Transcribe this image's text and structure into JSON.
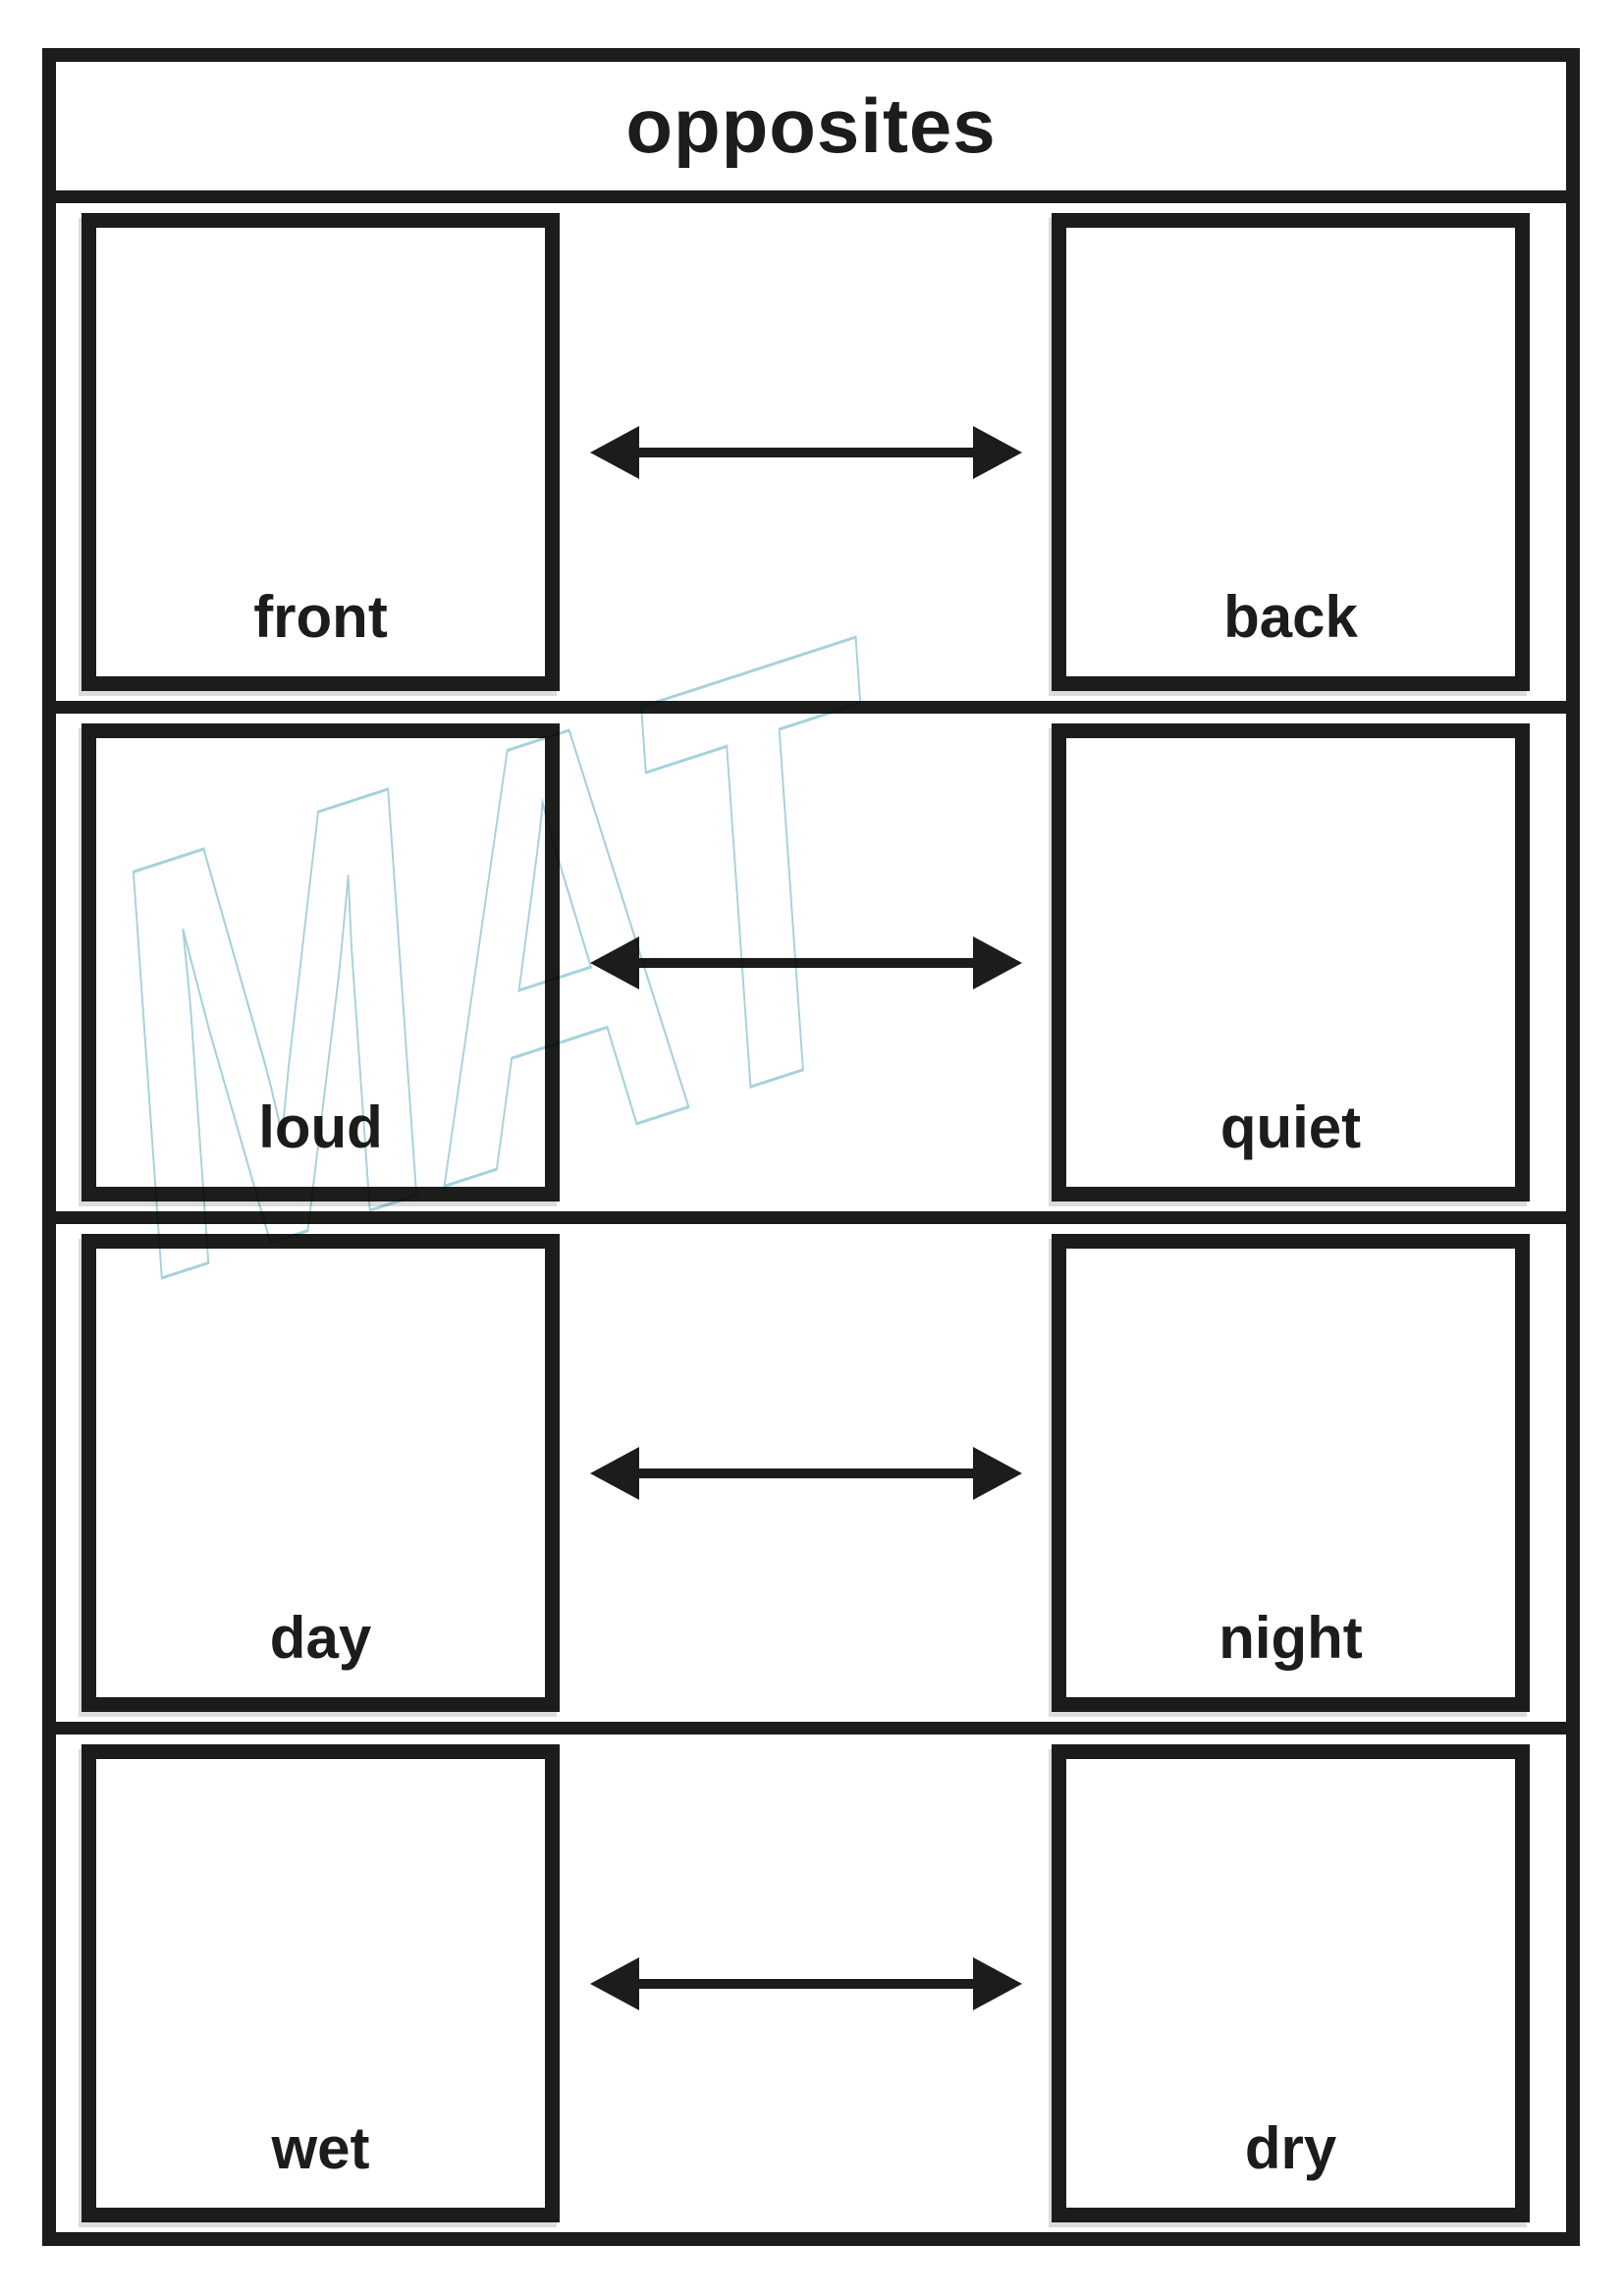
{
  "title": "opposites",
  "rows": [
    {
      "left": "front",
      "right": "back"
    },
    {
      "left": "loud",
      "right": "quiet"
    },
    {
      "left": "day",
      "right": "night"
    },
    {
      "left": "wet",
      "right": "dry"
    }
  ],
  "watermark": "MAT",
  "colors": {
    "ink": "#1c1c1a",
    "watermark_blue": "#a6d2db",
    "paper": "#ffffff"
  }
}
